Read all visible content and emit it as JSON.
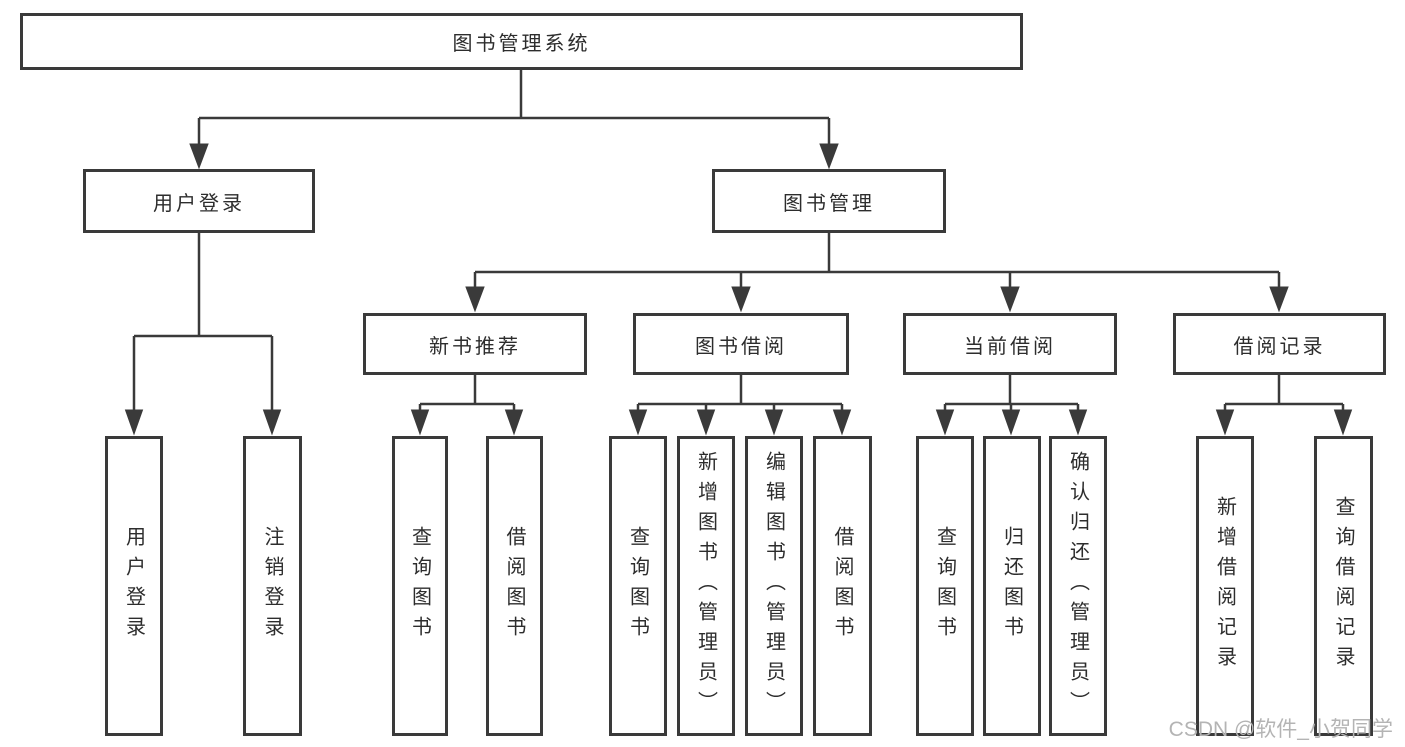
{
  "colors": {
    "line": "#3a3a3a",
    "box_border": "#3a3a3a",
    "text": "#2d2d2d",
    "watermark": "#b4b4b4",
    "background": "#ffffff"
  },
  "tree": {
    "label": "图书管理系统",
    "children": [
      {
        "label": "用户登录",
        "children": [
          {
            "label": "用户登录"
          },
          {
            "label": "注销登录"
          }
        ]
      },
      {
        "label": "图书管理",
        "children": [
          {
            "label": "新书推荐",
            "children": [
              {
                "label": "查询图书"
              },
              {
                "label": "借阅图书"
              }
            ]
          },
          {
            "label": "图书借阅",
            "children": [
              {
                "label": "查询图书"
              },
              {
                "label": "新增图书（管理员）"
              },
              {
                "label": "编辑图书（管理员）"
              },
              {
                "label": "借阅图书"
              }
            ]
          },
          {
            "label": "当前借阅",
            "children": [
              {
                "label": "查询图书"
              },
              {
                "label": "归还图书"
              },
              {
                "label": "确认归还（管理员）"
              }
            ]
          },
          {
            "label": "借阅记录",
            "children": [
              {
                "label": "新增借阅记录"
              },
              {
                "label": "查询借阅记录"
              }
            ]
          }
        ]
      }
    ]
  },
  "watermark": {
    "text": "CSDN @软件_小贺同学"
  }
}
